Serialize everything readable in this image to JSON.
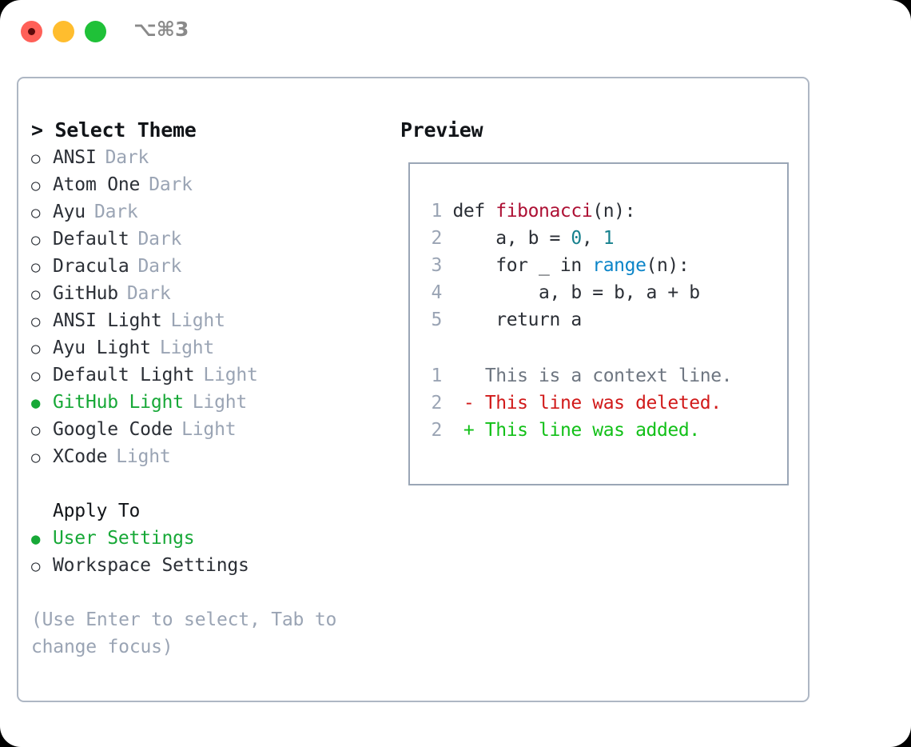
{
  "window": {
    "shortcut_label": "⌥⌘3",
    "traffic_lights": [
      {
        "name": "close",
        "color": "#ff6058"
      },
      {
        "name": "minimize",
        "color": "#ffbd2e"
      },
      {
        "name": "maximize",
        "color": "#1fc138"
      }
    ]
  },
  "left": {
    "title": "> Select Theme",
    "themes": [
      {
        "marker": "○",
        "name": "ANSI",
        "tag": "Dark",
        "selected": false
      },
      {
        "marker": "○",
        "name": "Atom One",
        "tag": "Dark",
        "selected": false
      },
      {
        "marker": "○",
        "name": "Ayu",
        "tag": "Dark",
        "selected": false
      },
      {
        "marker": "○",
        "name": "Default",
        "tag": "Dark",
        "selected": false
      },
      {
        "marker": "○",
        "name": "Dracula",
        "tag": "Dark",
        "selected": false
      },
      {
        "marker": "○",
        "name": "GitHub",
        "tag": "Dark",
        "selected": false
      },
      {
        "marker": "○",
        "name": "ANSI Light",
        "tag": "Light",
        "selected": false
      },
      {
        "marker": "○",
        "name": "Ayu Light",
        "tag": "Light",
        "selected": false
      },
      {
        "marker": "○",
        "name": "Default Light",
        "tag": "Light",
        "selected": false
      },
      {
        "marker": "●",
        "name": "GitHub Light",
        "tag": "Light",
        "selected": true
      },
      {
        "marker": "○",
        "name": "Google Code",
        "tag": "Light",
        "selected": false
      },
      {
        "marker": "○",
        "name": "XCode",
        "tag": "Light",
        "selected": false
      }
    ],
    "apply_to_title": "Apply To",
    "apply_to_options": [
      {
        "marker": "●",
        "name": "User Settings",
        "selected": true
      },
      {
        "marker": "○",
        "name": "Workspace Settings",
        "selected": false
      }
    ],
    "hint": "(Use Enter to select, Tab to change focus)"
  },
  "right": {
    "title": "Preview",
    "code_lines": [
      {
        "num": "1",
        "tokens": [
          {
            "t": "def ",
            "c": "plain"
          },
          {
            "t": "fibonacci",
            "c": "fn"
          },
          {
            "t": "(n):",
            "c": "plain"
          }
        ]
      },
      {
        "num": "2",
        "tokens": [
          {
            "t": "    a, b = ",
            "c": "plain"
          },
          {
            "t": "0",
            "c": "num"
          },
          {
            "t": ", ",
            "c": "plain"
          },
          {
            "t": "1",
            "c": "num"
          }
        ]
      },
      {
        "num": "3",
        "tokens": [
          {
            "t": "    for _ in ",
            "c": "plain"
          },
          {
            "t": "range",
            "c": "blue"
          },
          {
            "t": "(n):",
            "c": "plain"
          }
        ]
      },
      {
        "num": "4",
        "tokens": [
          {
            "t": "        a, b = b, a + b",
            "c": "plain"
          }
        ]
      },
      {
        "num": "5",
        "tokens": [
          {
            "t": "    return a",
            "c": "plain"
          }
        ]
      }
    ],
    "diff_lines": [
      {
        "num": "1",
        "sign": " ",
        "text": "This is a context line.",
        "kind": "ctx"
      },
      {
        "num": "2",
        "sign": "-",
        "text": "This line was deleted.",
        "kind": "del"
      },
      {
        "num": "2",
        "sign": "+",
        "text": "This line was added.",
        "kind": "add"
      }
    ]
  },
  "colors": {
    "selected_green": "#17a837",
    "muted_gray": "#9aa4b4",
    "panel_border": "#aeb7c4",
    "code_function": "#ad1034",
    "code_number": "#17818e",
    "code_keyword": "#0a84c8",
    "diff_added": "#12c018",
    "diff_deleted": "#d11a1a",
    "diff_context": "#6e7681"
  }
}
